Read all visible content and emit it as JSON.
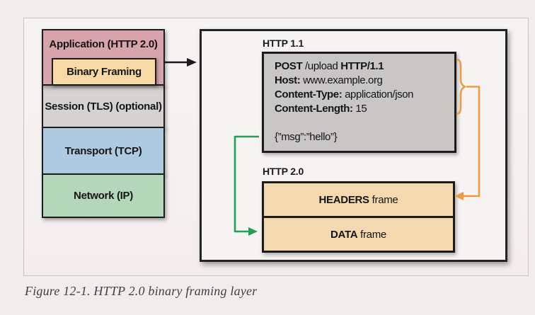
{
  "colors": {
    "page_bg": "#f0edec",
    "frame_border": "#c9c5c4",
    "box_border": "#1c1c1c",
    "app_pink": "#d8a4ac",
    "binary_tan": "#f7d9a6",
    "session_gray": "#d5d2d2",
    "transport_blue": "#afcbe1",
    "network_green": "#b4d7bb",
    "request_gray": "#c9c6c6",
    "frame_tan": "#f4d9ae",
    "arrow_black": "#1c1c1c",
    "arrow_orange": "#ee9c42",
    "arrow_green": "#21a055",
    "caption_color": "#433f40"
  },
  "stack": {
    "application_label": "Application (HTTP 2.0)",
    "binary_framing_label": "Binary Framing",
    "session_label": "Session (TLS) (optional)",
    "transport_label": "Transport (TCP)",
    "network_label": "Network (IP)"
  },
  "http11": {
    "title": "HTTP 1.1",
    "request": {
      "method": "POST",
      "path_part": " /upload ",
      "version": "HTTP/1.1",
      "host_name": "Host:",
      "host_value": " www.example.org",
      "ctype_name": "Content-Type:",
      "ctype_value": " application/json",
      "clen_name": "Content-Length:",
      "clen_value": " 15",
      "body": "{”msg”:”hello”}"
    }
  },
  "http20": {
    "title": "HTTP 2.0",
    "frames": [
      {
        "name": "HEADERS",
        "suffix": " frame"
      },
      {
        "name": "DATA",
        "suffix": " frame"
      }
    ]
  },
  "caption": "Figure 12-1. HTTP 2.0 binary framing layer"
}
